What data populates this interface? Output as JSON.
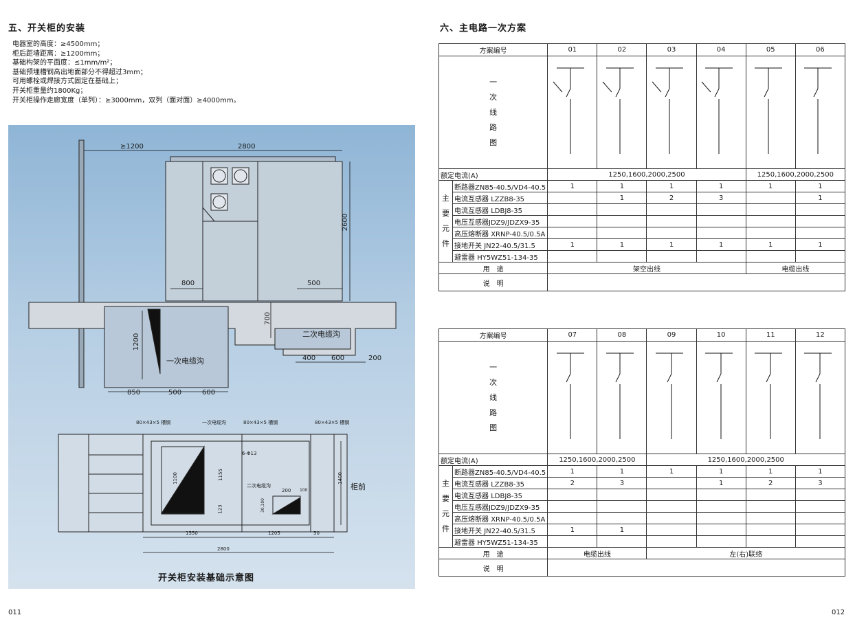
{
  "left": {
    "section_title": "五、开关柜的安装",
    "requirements": [
      "电器室的高度：≥4500mm；",
      "柜后距墙距离：≥1200mm；",
      "基础构架的平面度：≤1mm/m²；",
      "基础预埋槽钢高出地面部分不得超过3mm；",
      "可用螺栓或焊接方式固定在基础上；",
      "开关柜重量约1800Kg；",
      "开关柜操作走廊宽度（单列）：≥3000mm，双列（面对面）≥4000mm。"
    ],
    "drawing": {
      "caption": "开关柜安装基础示意图",
      "elev_dims": {
        "d1200w": "≥1200",
        "d2800": "2800",
        "d2600": "2600",
        "d800": "800",
        "d500": "500",
        "d700": "700",
        "d1200h": "1200",
        "d400": "400",
        "d600": "600",
        "d200": "200",
        "b850": "850",
        "b500": "500",
        "b600": "600"
      },
      "elev_labels": {
        "primary_trench": "一次电缆沟",
        "secondary_trench": "二次电缆沟"
      },
      "plan_labels": {
        "channel_left": "80×43×5 槽钢",
        "primary_trench": "一次电缆沟",
        "channel_mid": "80×43×5 槽钢",
        "channel_right": "80×43×5 槽钢",
        "holes": "6-Φ13",
        "secondary_trench": "二次电缆沟",
        "front": "柜前"
      },
      "plan_dims": {
        "p1100": "1100",
        "p1155": "1155",
        "p123": "123",
        "p30100": "30,100",
        "p200": "200",
        "p100": "100",
        "p1400": "1400",
        "p1550": "1550",
        "p1205": "1205",
        "p50": "50",
        "p2800": "2800"
      }
    },
    "page_number": "011"
  },
  "right": {
    "section_title": "六、主电路一次方案",
    "diagram_label": [
      "一",
      "次",
      "线",
      "路",
      "图"
    ],
    "group_label": [
      "主",
      "要",
      "元",
      "件"
    ],
    "page_number": "012",
    "tables": [
      {
        "scheme_header": "方案编号",
        "codes": [
          "01",
          "02",
          "03",
          "04",
          "05",
          "06"
        ],
        "rated_label": "额定电流(A)",
        "rated_values": [
          {
            "span": 4,
            "text": "1250,1600,2000,2500"
          },
          {
            "span": 2,
            "text": "1250,1600,2000,2500"
          }
        ],
        "components": [
          {
            "name": "断路器ZN85-40.5/VD4-40.5",
            "values": [
              "1",
              "1",
              "1",
              "1",
              "1",
              "1"
            ]
          },
          {
            "name": "电流互感器 LZZB8-35",
            "values": [
              "",
              "1",
              "2",
              "3",
              "",
              "1"
            ]
          },
          {
            "name": "电流互感器 LDBJ8-35",
            "values": [
              "",
              "",
              "",
              "",
              "",
              ""
            ]
          },
          {
            "name": "电压互感器JDZ9/JDZX9-35",
            "values": [
              "",
              "",
              "",
              "",
              "",
              ""
            ]
          },
          {
            "name": "高压熔断器 XRNP-40.5/0.5A",
            "values": [
              "",
              "",
              "",
              "",
              "",
              ""
            ]
          },
          {
            "name": "接地开关 JN22-40.5/31.5",
            "values": [
              "1",
              "1",
              "1",
              "1",
              "1",
              "1"
            ]
          },
          {
            "name": "避雷器 HY5WZ51-134-35",
            "values": [
              "",
              "",
              "",
              "",
              "",
              ""
            ]
          }
        ],
        "use_label": "用　途",
        "uses": [
          {
            "span": 4,
            "text": "架空出线"
          },
          {
            "span": 2,
            "text": "电缆出线"
          }
        ],
        "note_label": "说　明"
      },
      {
        "scheme_header": "方案编号",
        "codes": [
          "07",
          "08",
          "09",
          "10",
          "11",
          "12"
        ],
        "rated_label": "额定电流(A)",
        "rated_values": [
          {
            "span": 2,
            "text": "1250,1600,2000,2500"
          },
          {
            "span": 4,
            "text": "1250,1600,2000,2500"
          }
        ],
        "components": [
          {
            "name": "断路器ZN85-40.5/VD4-40.5",
            "values": [
              "1",
              "1",
              "1",
              "1",
              "1",
              "1"
            ]
          },
          {
            "name": "电流互感器 LZZB8-35",
            "values": [
              "2",
              "3",
              "",
              "1",
              "2",
              "3"
            ]
          },
          {
            "name": "电流互感器 LDBJ8-35",
            "values": [
              "",
              "",
              "",
              "",
              "",
              ""
            ]
          },
          {
            "name": "电压互感器JDZ9/JDZX9-35",
            "values": [
              "",
              "",
              "",
              "",
              "",
              ""
            ]
          },
          {
            "name": "高压熔断器 XRNP-40.5/0.5A",
            "values": [
              "",
              "",
              "",
              "",
              "",
              ""
            ]
          },
          {
            "name": "接地开关 JN22-40.5/31.5",
            "values": [
              "1",
              "1",
              "",
              "",
              "",
              ""
            ]
          },
          {
            "name": "避雷器 HY5WZ51-134-35",
            "values": [
              "",
              "",
              "",
              "",
              "",
              ""
            ]
          }
        ],
        "use_label": "用　途",
        "uses": [
          {
            "span": 2,
            "text": "电缆出线"
          },
          {
            "span": 4,
            "text": "左(右)联络"
          }
        ],
        "note_label": "说　明"
      }
    ]
  }
}
